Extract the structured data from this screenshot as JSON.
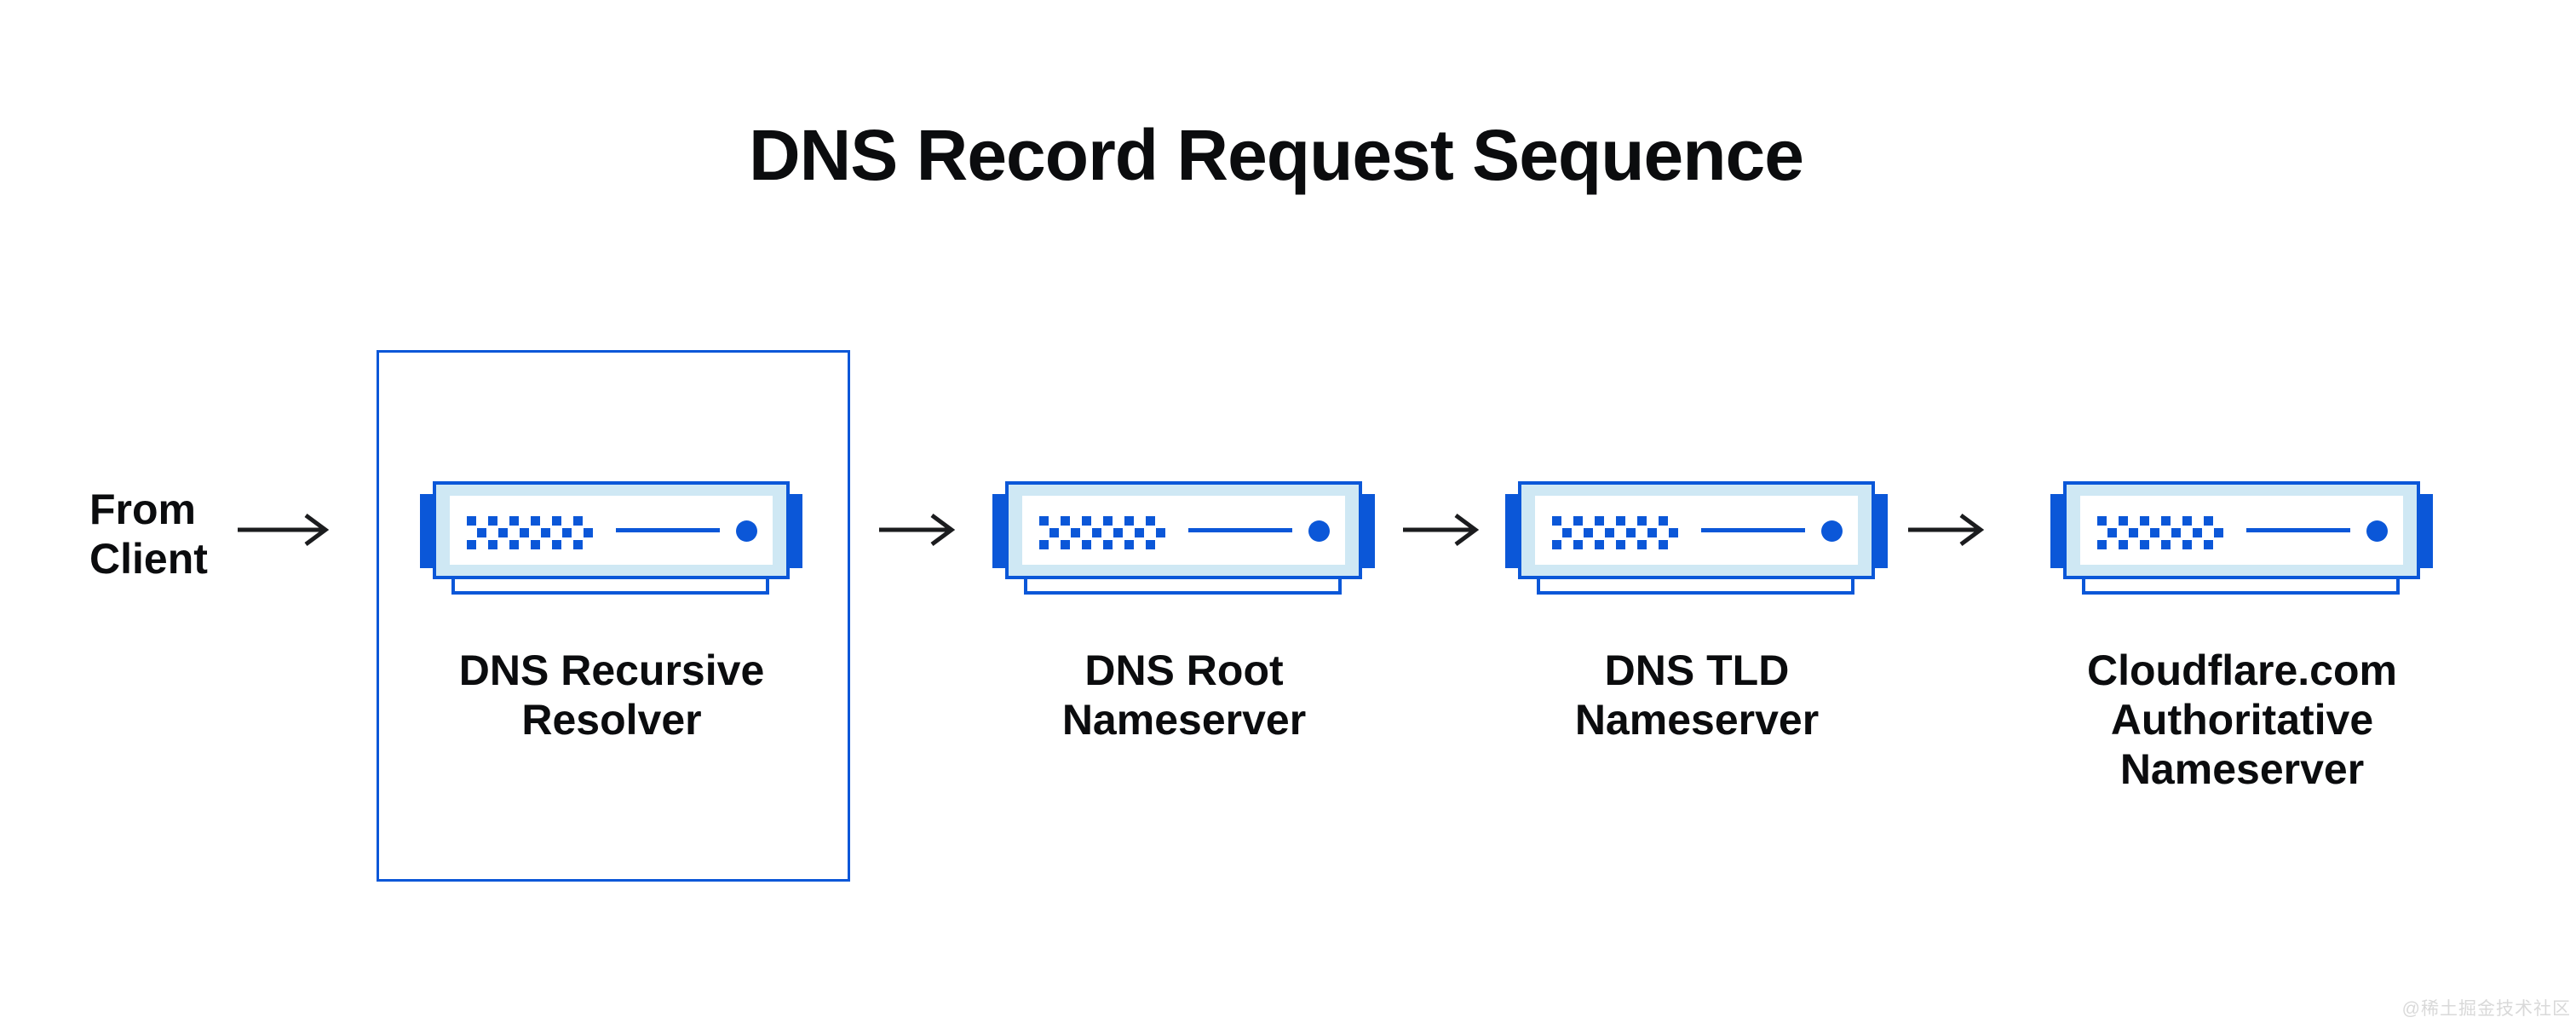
{
  "title": "DNS Record Request Sequence",
  "source": {
    "lines": [
      "From",
      "Client"
    ]
  },
  "flow": {
    "icon": "server-icon",
    "nodes": [
      {
        "id": "dns-recursive-resolver",
        "lines": [
          "DNS Recursive",
          "Resolver"
        ],
        "highlighted": true
      },
      {
        "id": "dns-root-nameserver",
        "lines": [
          "DNS Root",
          "Nameserver"
        ],
        "highlighted": false
      },
      {
        "id": "dns-tld-nameserver",
        "lines": [
          "DNS TLD",
          "Nameserver"
        ],
        "highlighted": false
      },
      {
        "id": "cloudflare-authoritative-nameserver",
        "lines": [
          "Cloudflare.com",
          "Authoritative",
          "Nameserver"
        ],
        "highlighted": false
      }
    ]
  },
  "watermark": "@稀土掘金技术社区",
  "colors": {
    "accent": "#0b57d8",
    "panel_light": "#cfe8f4",
    "panel_white": "#ffffff",
    "arrow": "#1b1c1e",
    "text": "#0b0c0e",
    "watermark": "#d9d9d9",
    "background": "#ffffff"
  }
}
